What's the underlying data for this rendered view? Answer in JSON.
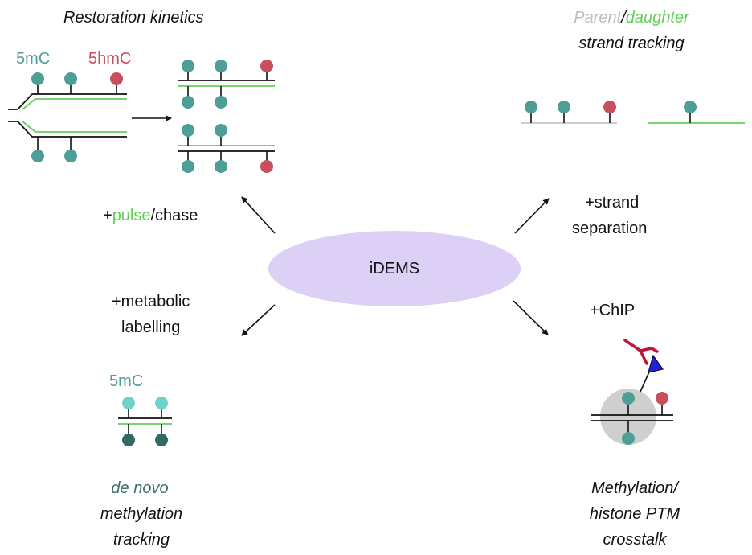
{
  "center": {
    "label": "iDEMS"
  },
  "restoration": {
    "title": "Restoration kinetics",
    "label_5mc": "5mC",
    "label_5hmc": "5hmC"
  },
  "pulse": {
    "prefix": "+",
    "pulse": "pulse",
    "rest": "/chase"
  },
  "strand_tracking": {
    "parent": "Parent",
    "slash": "/",
    "daughter": "daughter",
    "line2": "strand tracking"
  },
  "strand_sep": {
    "line1": "+strand",
    "line2": "separation"
  },
  "metabolic": {
    "line1": "+metabolic",
    "line2": "labelling"
  },
  "denovo": {
    "label_5mc": "5mC",
    "line1": "de novo",
    "line2": "methylation",
    "line3": "tracking"
  },
  "chip": {
    "label": "+ChIP"
  },
  "crosstalk": {
    "line1": "Methylation/",
    "line2": "histone PTM",
    "line3": "crosstalk"
  },
  "colors": {
    "teal": "#4e9e98",
    "red": "#c8505c",
    "light_teal": "#6dd3c8",
    "dark_teal": "#2f6b63",
    "green_strand": "#63cf5c",
    "ellipse": "#dcd0f6",
    "antibody": "#c0143c",
    "triangle": "#2020e0"
  }
}
